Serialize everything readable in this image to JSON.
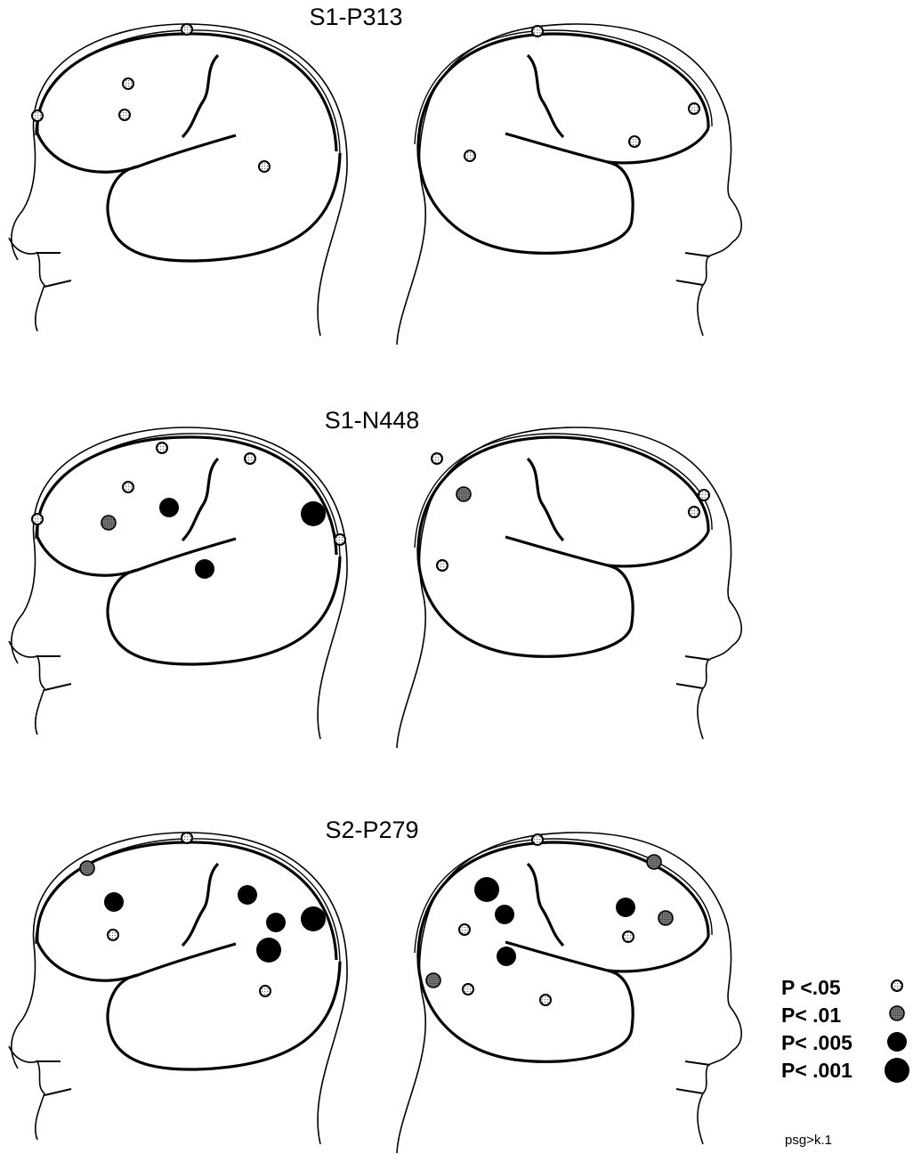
{
  "panels": [
    {
      "title": "S1-P313",
      "left": [
        {
          "s": "p05",
          "at": "ts"
        },
        {
          "s": "p05",
          "at": "fp"
        },
        {
          "s": "p05",
          "at": "f1"
        },
        {
          "s": "p05",
          "at": "f2"
        },
        {
          "s": "p05",
          "at": "t1"
        }
      ],
      "right": [
        {
          "s": "p05",
          "at": "ts"
        },
        {
          "s": "p05",
          "at": "fp"
        },
        {
          "s": "p05",
          "at": "t3"
        },
        {
          "s": "p05",
          "at": "t1"
        }
      ]
    },
    {
      "title": "S1-N448",
      "left": [
        {
          "s": "p05",
          "at": "c1"
        },
        {
          "s": "p05",
          "at": "f1"
        },
        {
          "s": "p05",
          "at": "fp"
        },
        {
          "s": "p01",
          "at": "f3"
        },
        {
          "s": "p005",
          "at": "f4"
        },
        {
          "s": "p05",
          "at": "p1"
        },
        {
          "s": "p001",
          "at": "o1"
        },
        {
          "s": "p05",
          "at": "o2"
        },
        {
          "s": "p005",
          "at": "t2"
        }
      ],
      "right": [
        {
          "s": "p05",
          "at": "c1"
        },
        {
          "s": "p01",
          "at": "p2"
        },
        {
          "s": "p05",
          "at": "o2"
        },
        {
          "s": "p05",
          "at": "fp"
        },
        {
          "s": "p05",
          "at": "o3"
        }
      ]
    },
    {
      "title": "S2-P279",
      "left": [
        {
          "s": "p01",
          "at": "f5"
        },
        {
          "s": "p05",
          "at": "ts"
        },
        {
          "s": "p005",
          "at": "f6"
        },
        {
          "s": "p05",
          "at": "f7"
        },
        {
          "s": "p005",
          "at": "p3"
        },
        {
          "s": "p005",
          "at": "p4"
        },
        {
          "s": "p001",
          "at": "p5"
        },
        {
          "s": "p05",
          "at": "t4"
        },
        {
          "s": "p001",
          "at": "o1"
        }
      ],
      "right": [
        {
          "s": "p05",
          "at": "ts"
        },
        {
          "s": "p01",
          "at": "f5"
        },
        {
          "s": "p001",
          "at": "p6"
        },
        {
          "s": "p005",
          "at": "p7"
        },
        {
          "s": "p005",
          "at": "f8"
        },
        {
          "s": "p01",
          "at": "f9"
        },
        {
          "s": "p05",
          "at": "p8"
        },
        {
          "s": "p05",
          "at": "p9"
        },
        {
          "s": "p005",
          "at": "p10"
        },
        {
          "s": "p01",
          "at": "o4"
        },
        {
          "s": "p05",
          "at": "o5"
        },
        {
          "s": "p05",
          "at": "t5"
        }
      ]
    }
  ],
  "legend": [
    {
      "label": "P <.05",
      "s": "p05"
    },
    {
      "label": "P< .01",
      "s": "p01"
    },
    {
      "label": "P< .005",
      "s": "p005"
    },
    {
      "label": "P< .001",
      "s": "p001"
    }
  ],
  "figure_code": "psg>k.1"
}
